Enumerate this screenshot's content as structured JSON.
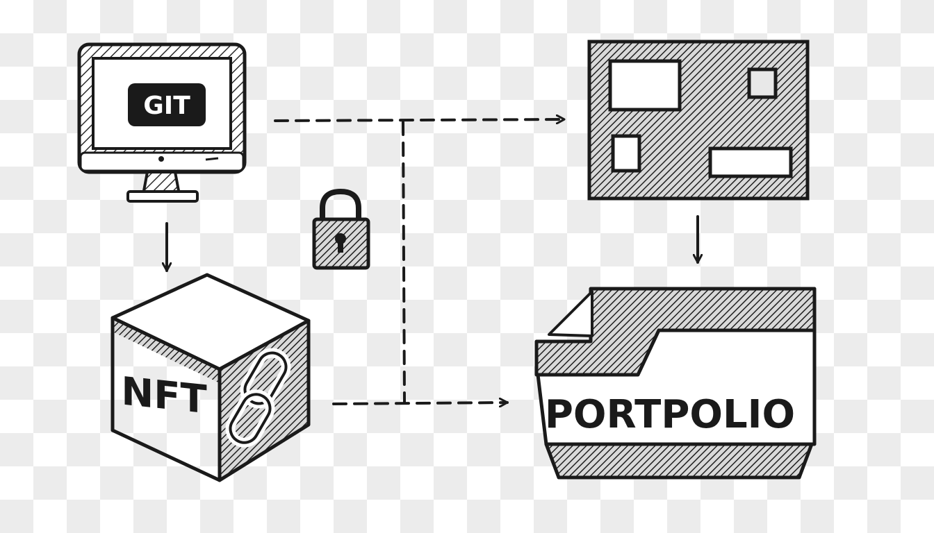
{
  "nodes": {
    "monitor": {
      "label": "GIT"
    },
    "board": {
      "label": ""
    },
    "nft_cube": {
      "label": "NFT"
    },
    "portfolio": {
      "label": "PORTPOLIO"
    },
    "lock": {
      "label": ""
    }
  },
  "edges": [
    {
      "from": "monitor",
      "to": "board",
      "style": "dashed"
    },
    {
      "from": "monitor",
      "to": "nft_cube",
      "style": "solid"
    },
    {
      "from": "board",
      "to": "portfolio",
      "style": "solid"
    },
    {
      "from": "nft_cube",
      "to": "portfolio",
      "style": "dashed"
    },
    {
      "from": "monitor-board-link",
      "to": "portfolio",
      "style": "dashed"
    }
  ],
  "colors": {
    "ink": "#1a1a1a",
    "paper": "#ffffff",
    "hatch": "#2a2a2a"
  }
}
